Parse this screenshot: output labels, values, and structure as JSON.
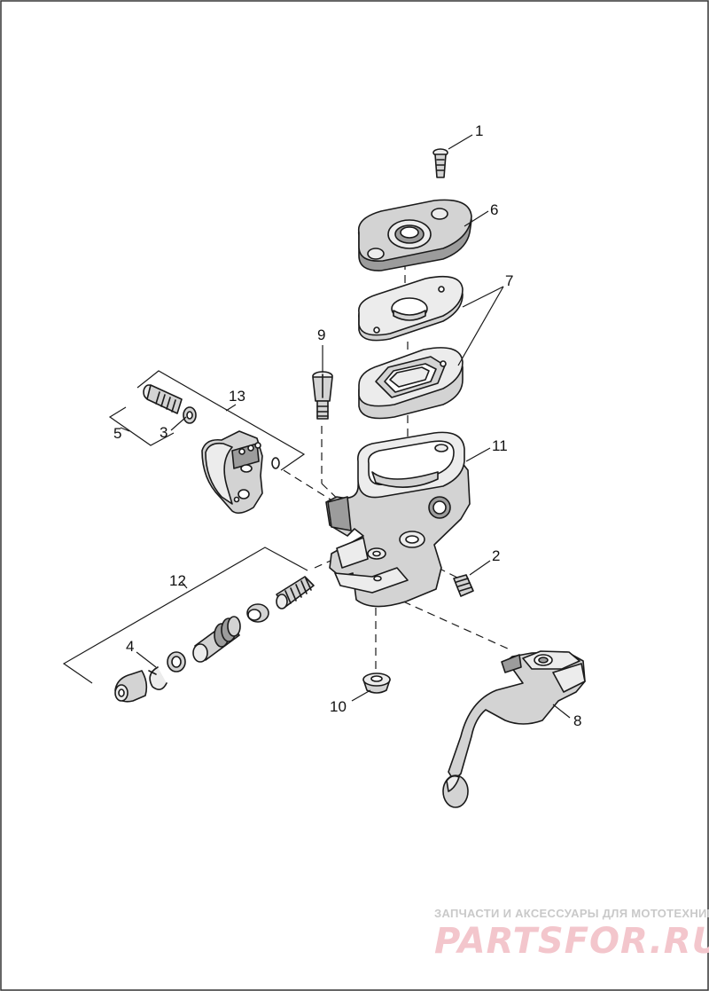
{
  "diagram": {
    "callouts": [
      {
        "id": "c1",
        "label": "1"
      },
      {
        "id": "c2",
        "label": "2"
      },
      {
        "id": "c3",
        "label": "3"
      },
      {
        "id": "c4",
        "label": "4"
      },
      {
        "id": "c5",
        "label": "5"
      },
      {
        "id": "c6",
        "label": "6"
      },
      {
        "id": "c7",
        "label": "7"
      },
      {
        "id": "c8",
        "label": "8"
      },
      {
        "id": "c9",
        "label": "9"
      },
      {
        "id": "c10",
        "label": "10"
      },
      {
        "id": "c11",
        "label": "11"
      },
      {
        "id": "c12",
        "label": "12"
      },
      {
        "id": "c13",
        "label": "13"
      }
    ],
    "colors": {
      "line": "#1a1a1a",
      "part_fill": "#d3d3d3",
      "background": "#ffffff"
    }
  },
  "watermark": {
    "tagline": "ЗАПЧАСТИ И АКСЕССУАРЫ ДЛЯ МОТОТЕХНИКИ",
    "brand": "PARTSFOR.RU",
    "colors": {
      "tagline": "#c9c9c9",
      "brand": "#f3c6cc"
    }
  }
}
